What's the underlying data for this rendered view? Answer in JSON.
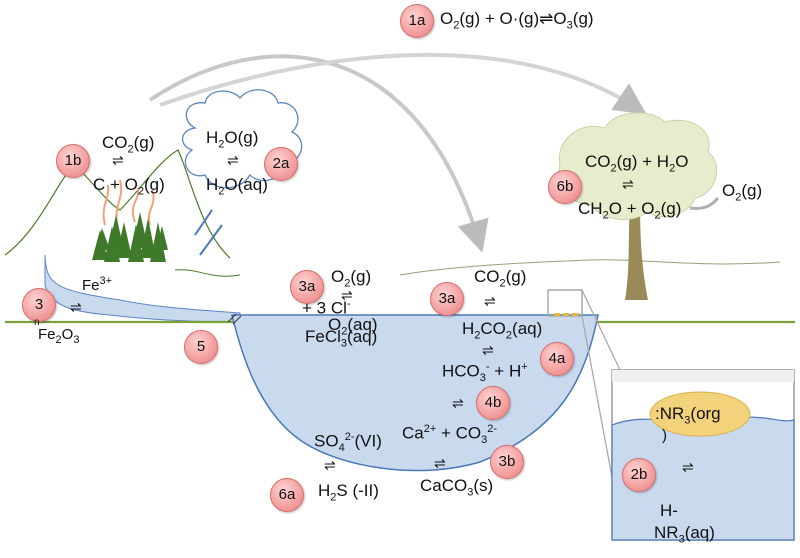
{
  "reactions": {
    "r1a": {
      "id": "1a",
      "lhs": "O",
      "lhs_sub": "2",
      "lhs_rest": "(g) + O·(g)",
      "arrow": "⇌",
      "rhs": "O",
      "rhs_sub": "3",
      "rhs_rest": "(g)"
    },
    "r1b": {
      "id": "1b",
      "top": "CO",
      "top_sub": "2",
      "top_rest": "(g)",
      "arrow": "⇌",
      "bottom": "C + O",
      "bottom_sub": "2",
      "bottom_rest": "(g)"
    },
    "r2a": {
      "id": "2a",
      "top": "H",
      "top_sub": "2",
      "top_rest": "O(g)",
      "arrow": "⇌",
      "bottom": "H",
      "bottom_sub": "2",
      "bottom_rest": "O(aq)"
    },
    "r3_left": {
      "id": "3",
      "top": "Fe",
      "top_sup": "3+",
      "arrow": "⇌",
      "bottom_frag": "n",
      "bottom": "Fe",
      "bottom_sub": "2",
      "bottom_rest": "O",
      "bottom_sub2": "3"
    },
    "r3a_left": {
      "id": "3a",
      "top": "O",
      "top_sub": "2",
      "top_rest": "(g)",
      "arrow": "⇌",
      "mid": "+ 3 Cl",
      "mid_sup": "-",
      "over": "O",
      "over_sub": "2",
      "over_rest": "(aq)",
      "bottom": "FeCl",
      "bottom_sub": "3",
      "bottom_rest": "(aq)"
    },
    "r3a_right": {
      "id": "3a",
      "top": "CO",
      "top_sub": "2",
      "top_rest": "(g)",
      "arrow": "⇌",
      "bottom": "H",
      "bottom_sub": "2",
      "bottom_mid": "CO",
      "bottom_sub2": "2",
      "bottom_rest": "(aq)"
    },
    "r4a": {
      "id": "4a",
      "arrow": "⇌",
      "text": "HCO",
      "sub": "3",
      "sup": "-",
      "rest": " + H",
      "sup2": "+"
    },
    "r4b": {
      "id": "4b",
      "arrow": "⇌",
      "top": "Ca",
      "top_sup": "2+",
      "top_rest": " + CO",
      "top_sub": "3",
      "top_sup2": "2-",
      "bottom": "CaCO",
      "bottom_sub": "3",
      "bottom_rest": "(s)"
    },
    "r3b": {
      "id": "3b"
    },
    "r5": {
      "id": "5"
    },
    "r6a": {
      "id": "6a",
      "top": "SO",
      "top_sub": "4",
      "top_sup": "2-",
      "top_rest": "(VI)",
      "arrow": "⇌",
      "bottom": "H",
      "bottom_sub": "2",
      "bottom_rest": "S (-II)"
    },
    "r6b": {
      "id": "6b",
      "top": "CO",
      "top_sub": "2",
      "top_rest": "(g) + H",
      "top_sub2": "2",
      "top_rest2": "O",
      "arrow": "⇌",
      "bottom": "CH",
      "bottom_sub": "2",
      "bottom_rest": "O + O",
      "bottom_sub2": "2",
      "bottom_rest2": "(g)",
      "extra": "O",
      "extra_sub": "2",
      "extra_rest": "(g)"
    },
    "r2b": {
      "id": "2b",
      "top": ":NR",
      "top_sub": "3",
      "top_rest": "(org",
      "top_close": ")",
      "arrow": "⇌",
      "bottom1": "H-",
      "bottom2": "NR",
      "bottom_sub": "3",
      "bottom_rest": "(aq)"
    }
  },
  "colors": {
    "water": "#c9d9ee",
    "water_edge": "#5a86c2",
    "ground": "#7ba33a",
    "badge": "#f4a3a3",
    "organic": "#f2d27a",
    "tree_crown": "#e6edcc",
    "trunk": "#9a8a5a"
  }
}
